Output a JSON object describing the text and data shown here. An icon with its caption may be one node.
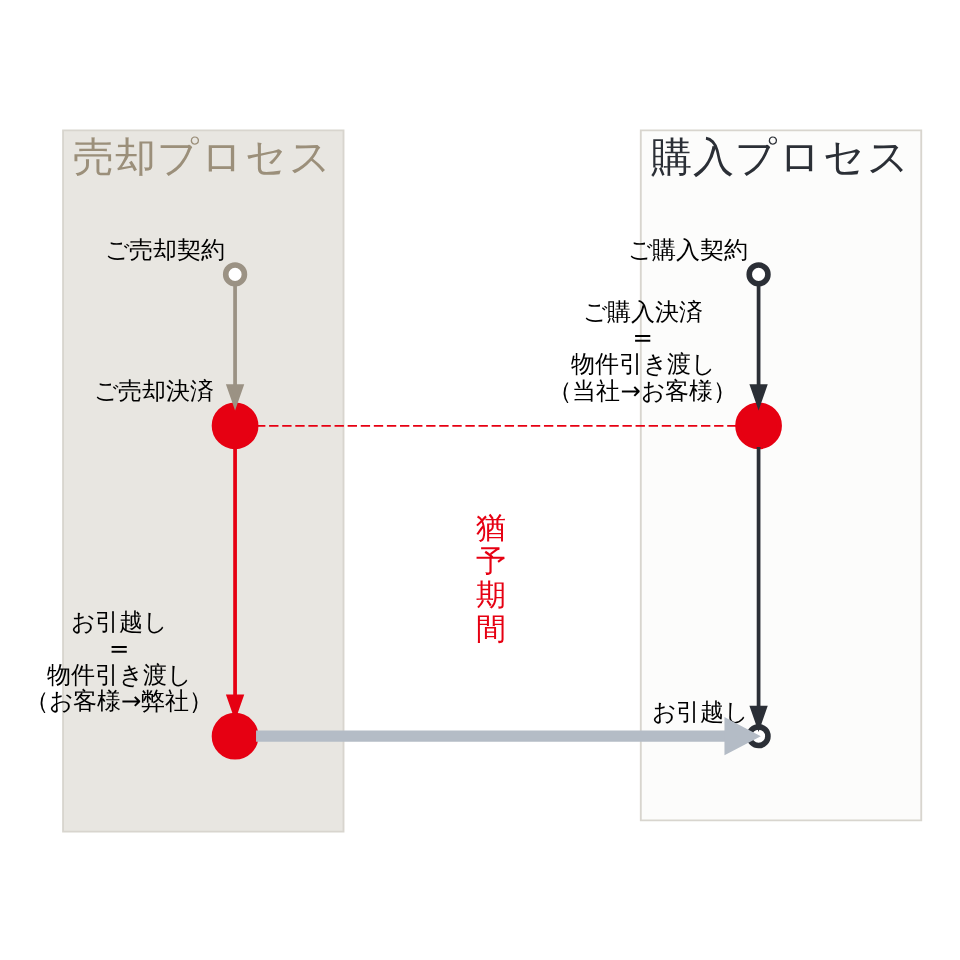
{
  "diagram": {
    "nodes": [
      {
        "text": [
          "売却プロセス"
        ]
      },
      {
        "text": [
          "購入プロセス"
        ]
      },
      {
        "text": [],
        "shape": "circle",
        "in": 0,
        "beside": [
          "ご売却契約"
        ]
      },
      {
        "text": [],
        "shape": "circle",
        "in": 0,
        "beside": [
          "ご売却決済"
        ]
      },
      {
        "text": [],
        "shape": "circle",
        "in": 0,
        "beside": [
          "お引越し",
          "=",
          "物件引き渡し",
          "（お客様→弊社）"
        ]
      },
      {
        "text": [],
        "shape": "circle",
        "in": 1,
        "beside": [
          "ご購入契約"
        ]
      },
      {
        "text": [],
        "shape": "circle",
        "in": 1,
        "beside": [
          "ご購入決済",
          "=",
          "物件引き渡し",
          "（当社→お客様）"
        ]
      },
      {
        "text": [],
        "shape": "circle",
        "in": 1,
        "beside": [
          "お引越し"
        ]
      }
    ],
    "edges": [
      {
        "from": 2,
        "to": 3,
        "arrow": "to",
        "color": "#9b9284"
      },
      {
        "from": 3,
        "to": 4,
        "arrow": "to",
        "color": "#e60012"
      },
      {
        "from": 5,
        "to": 6,
        "arrow": "to",
        "color": "#2b2f36"
      },
      {
        "from": 6,
        "to": 7,
        "arrow": "to",
        "color": "#2b2f36"
      },
      {
        "from": 4,
        "to": 7,
        "arrow": "to",
        "style": "thick",
        "color": "#b4bcc6"
      },
      {
        "from": 3,
        "to": 6,
        "arrow": "none",
        "style": "dashed",
        "color": "#e60012"
      }
    ],
    "labels": [
      "猶予期間"
    ]
  }
}
